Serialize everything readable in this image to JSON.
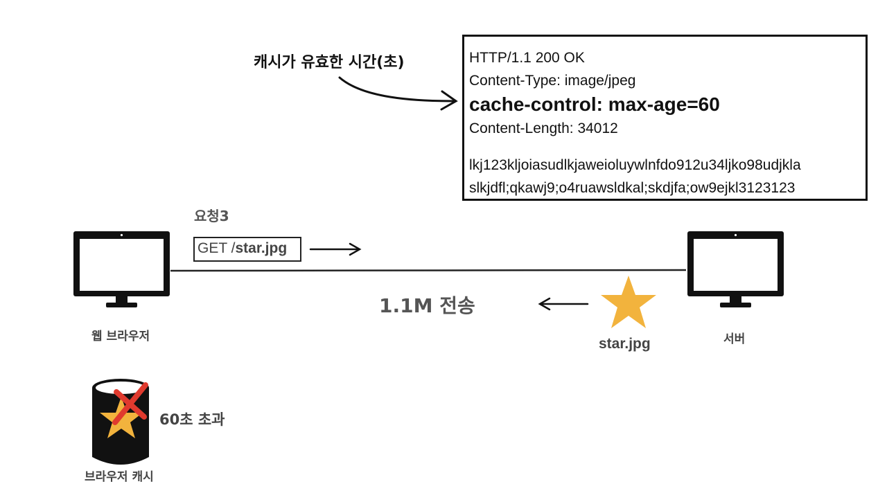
{
  "annotation": {
    "text": "캐시가 유효한 시간(초)"
  },
  "http_response": {
    "lines": [
      "HTTP/1.1 200 OK",
      "Content-Type: image/jpeg",
      "cache-control: max-age=60",
      "Content-Length: 34012",
      "lkj123kljoiasudlkjaweioluywlnfdo912u34ljko98udjkla",
      "slkjdfl;qkawj9;o4ruawsldkal;skdjfa;ow9ejkl3123123"
    ]
  },
  "request": {
    "label": "요청3",
    "method": "GET /",
    "path": "star.jpg"
  },
  "transfer": {
    "text": "1.1M 전송"
  },
  "client": {
    "label": "웹 브라우저"
  },
  "server": {
    "label": "서버"
  },
  "resource": {
    "label": "star.jpg"
  },
  "cache": {
    "label": "브라우저 캐시",
    "status": "60초 초과"
  },
  "colors": {
    "star": "#F2B33D",
    "invalid_x": "#E03A2E",
    "ink": "#111111",
    "label_gray": "#555555"
  }
}
